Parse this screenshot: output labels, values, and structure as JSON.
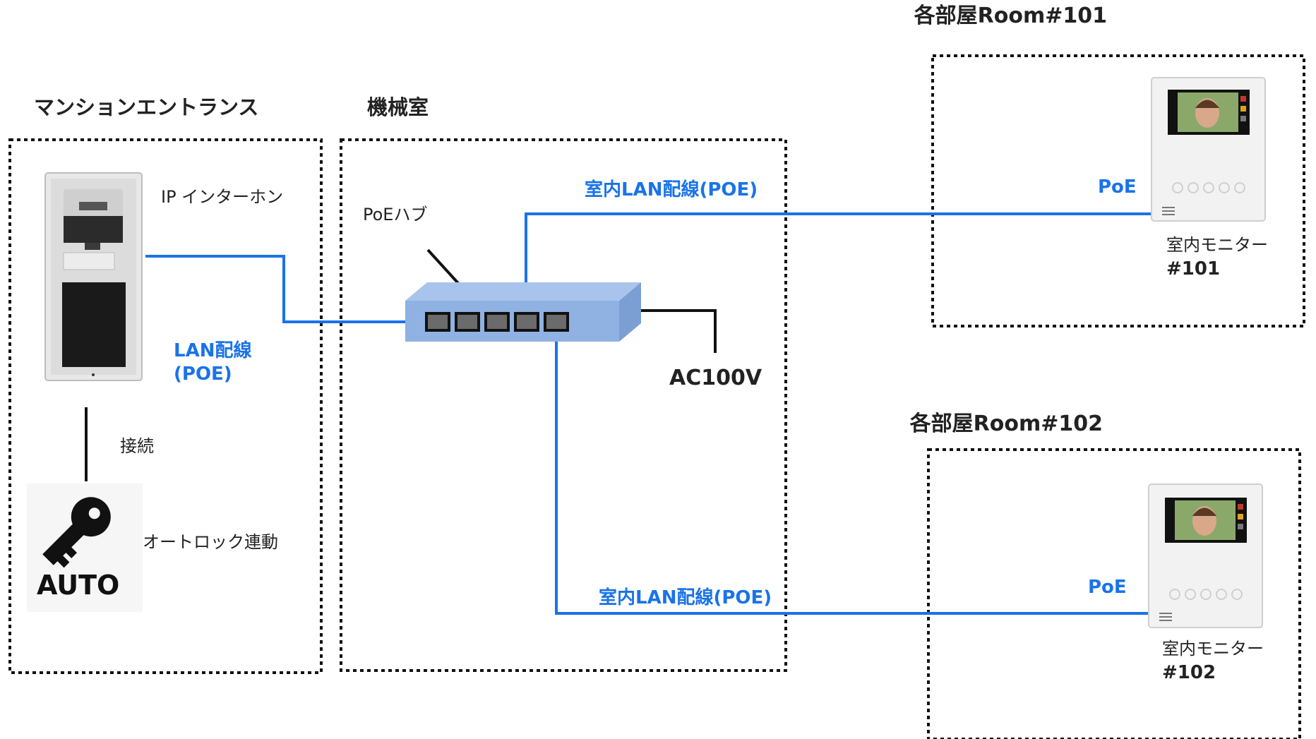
{
  "sections": {
    "entrance_title": "マンションエントランス",
    "machine_room_title": "機械室",
    "room101_title": "各部屋Room#101",
    "room102_title": "各部屋Room#102"
  },
  "entrance": {
    "intercom_label": "IP インターホン",
    "lan_label_line1": "LAN配線",
    "lan_label_line2": "(POE)",
    "connect_label": "接続",
    "autolock_label": "オートロック連動",
    "auto_badge": "AUTO"
  },
  "machine_room": {
    "hub_label": "PoEハブ",
    "ac_label": "AC100V",
    "wire_label_top": "室内LAN配線(POE)",
    "wire_label_bottom": "室内LAN配線(POE)"
  },
  "room101": {
    "poe_label": "PoE",
    "monitor_label": "室内モニター",
    "monitor_number": "#101"
  },
  "room102": {
    "poe_label": "PoE",
    "monitor_label": "室内モニター",
    "monitor_number": "#102"
  },
  "colors": {
    "wire_blue": "#1a73e8",
    "hub_top": "#a9c4ec",
    "hub_front": "#8fb2e3",
    "hub_side": "#7b9fd3"
  }
}
